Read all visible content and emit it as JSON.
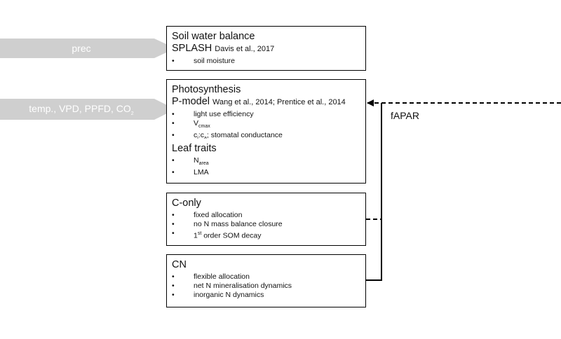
{
  "inputs": {
    "prec": "prec",
    "met_prefix": "temp., VPD, PPFD, CO",
    "met_sub": "2"
  },
  "soil_water_balance": {
    "title": "Soil water balance",
    "model": "SPLASH",
    "cite": "Davis et al., 2017",
    "items": [
      "soil moisture"
    ]
  },
  "photosynthesis": {
    "title": "Photosynthesis",
    "model": "P-model",
    "cite": "Wang et al., 2014; Prentice et al., 2014",
    "items": {
      "lue": "light use efficiency",
      "vcmax_main": "V",
      "vcmax_sub": "cmax",
      "ci_c": "c",
      "ci_i": "i",
      "ci_colon": ":c",
      "ci_a": "a",
      "ci_rest": "; stomatal conductance"
    }
  },
  "leaf_traits": {
    "title": "Leaf traits",
    "narea_main": "N",
    "narea_sub": "area",
    "lma": "LMA"
  },
  "c_only": {
    "title": "C-only",
    "item1": "fixed allocation",
    "item2": "no N mass balance closure",
    "item3_num": "1",
    "item3_sup": "st",
    "item3_rest": " order SOM decay"
  },
  "cn": {
    "title": "CN",
    "item1": "flexible allocation",
    "item2": "net N mineralisation dynamics",
    "item3": "inorganic N dynamics"
  },
  "feedback_label": "fAPAR",
  "colors": {
    "input_arrow": "#cfcfcf",
    "line": "#000000"
  }
}
